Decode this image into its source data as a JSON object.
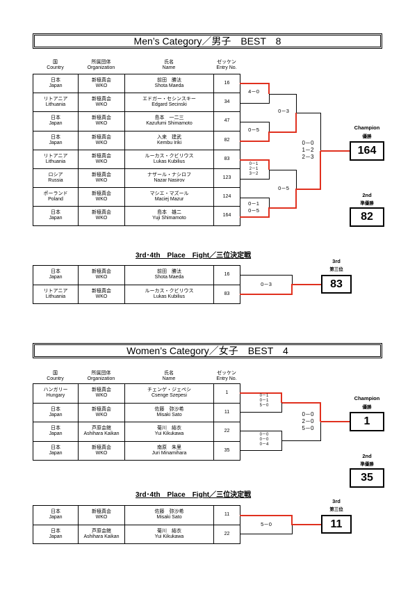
{
  "men": {
    "title": "Men’s Category／男子　BEST　8",
    "headers": {
      "country_jp": "国",
      "country_en": "Country",
      "org_jp": "所属団体",
      "org_en": "Organization",
      "name_jp": "氏名",
      "name_en": "Name",
      "entry_jp": "ゼッケン",
      "entry_en": "Entry No."
    },
    "rows": [
      {
        "country_jp": "日本",
        "country_en": "Japan",
        "org_jp": "新極真会",
        "org_en": "WKO",
        "name_jp": "前田　勝汰",
        "name_en": "Shota Maeda",
        "no": "16"
      },
      {
        "country_jp": "リトアニア",
        "country_en": "Lithuania",
        "org_jp": "新極真会",
        "org_en": "WKO",
        "name_jp": "エドガー・セシンスキー",
        "name_en": "Edgard Secinski",
        "no": "34"
      },
      {
        "country_jp": "日本",
        "country_en": "Japan",
        "org_jp": "新極真会",
        "org_en": "WKO",
        "name_jp": "島本　一二三",
        "name_en": "Kazufumi Shimamoto",
        "no": "47"
      },
      {
        "country_jp": "日本",
        "country_en": "Japan",
        "org_jp": "新極真会",
        "org_en": "WKO",
        "name_jp": "入来　建武",
        "name_en": "Kembu Iriki",
        "no": "82"
      },
      {
        "country_jp": "リトアニア",
        "country_en": "Lithuania",
        "org_jp": "新極真会",
        "org_en": "WKO",
        "name_jp": "ルーカス・クビリウス",
        "name_en": "Lukas Kubilius",
        "no": "83"
      },
      {
        "country_jp": "ロシア",
        "country_en": "Russia",
        "org_jp": "新極真会",
        "org_en": "WKO",
        "name_jp": "ナザール・ナシロフ",
        "name_en": "Nazar Nasirov",
        "no": "123"
      },
      {
        "country_jp": "ポーランド",
        "country_en": "Poland",
        "org_jp": "新極真会",
        "org_en": "WKO",
        "name_jp": "マシエ・マズール",
        "name_en": "Maciej Mazur",
        "no": "124"
      },
      {
        "country_jp": "日本",
        "country_en": "Japan",
        "org_jp": "新極真会",
        "org_en": "WKO",
        "name_jp": "島本　雄二",
        "name_en": "Yuji Shimamoto",
        "no": "164"
      }
    ],
    "scores": {
      "r1_a": "4－0",
      "r1_b": "0－5",
      "r1_c": [
        "0－1",
        "2－1",
        "3－2"
      ],
      "r1_d": [
        "0－1",
        "0－5"
      ],
      "sf_top": "0－3",
      "sf_bottom": "0－5",
      "final": [
        "0－0",
        "1－2",
        "2－3"
      ]
    },
    "champion_label": "Champion",
    "champion_jp": "優勝",
    "champion_no": "164",
    "second_label": "2nd",
    "second_jp": "準優勝",
    "second_no": "82",
    "third_title": "3rd･4th　Place　Fight／三位決定戦",
    "third_rows": [
      {
        "country_jp": "日本",
        "country_en": "Japan",
        "org_jp": "新極真会",
        "org_en": "WKO",
        "name_jp": "前田　勝汰",
        "name_en": "Shota Maeda",
        "no": "16"
      },
      {
        "country_jp": "リトアニア",
        "country_en": "Lithuania",
        "org_jp": "新極真会",
        "org_en": "WKO",
        "name_jp": "ルーカス・クビリウス",
        "name_en": "Lukas Kubilius",
        "no": "83"
      }
    ],
    "third_score": "0－3",
    "third_label": "3rd",
    "third_jp": "第三位",
    "third_no": "83"
  },
  "women": {
    "title": "Women’s Category／女子　BEST　4",
    "headers": {
      "country_jp": "国",
      "country_en": "Country",
      "org_jp": "所属団体",
      "org_en": "Organization",
      "name_jp": "氏名",
      "name_en": "Name",
      "entry_jp": "ゼッケン",
      "entry_en": "Entry No."
    },
    "rows": [
      {
        "country_jp": "ハンガリー",
        "country_en": "Hungary",
        "org_jp": "新極真会",
        "org_en": "WKO",
        "name_jp": "チェンゲ・ジェペシ",
        "name_en": "Csenge Szepesi",
        "no": "1"
      },
      {
        "country_jp": "日本",
        "country_en": "Japan",
        "org_jp": "新極真会",
        "org_en": "WKO",
        "name_jp": "佐藤　弥沙希",
        "name_en": "Misaki Sato",
        "no": "11"
      },
      {
        "country_jp": "日本",
        "country_en": "Japan",
        "org_jp": "芦原会館",
        "org_en": "Ashihara Kaikan",
        "name_jp": "菊川　結衣",
        "name_en": "Yui Kikukawa",
        "no": "22"
      },
      {
        "country_jp": "日本",
        "country_en": "Japan",
        "org_jp": "新極真会",
        "org_en": "WKO",
        "name_jp": "南原　朱里",
        "name_en": "Juri Minamihara",
        "no": "35"
      }
    ],
    "scores": {
      "sf_top": [
        "0－1",
        "0－1",
        "5－0"
      ],
      "sf_bottom": [
        "0－0",
        "0－0",
        "0－4"
      ],
      "final": [
        "0－0",
        "2－0",
        "5－0"
      ]
    },
    "champion_label": "Champion",
    "champion_jp": "優勝",
    "champion_no": "1",
    "second_label": "2nd",
    "second_jp": "準優勝",
    "second_no": "35",
    "third_title": "3rd･4th　Place　Fight／三位決定戦",
    "third_rows": [
      {
        "country_jp": "日本",
        "country_en": "Japan",
        "org_jp": "新極真会",
        "org_en": "WKO",
        "name_jp": "佐藤　弥沙希",
        "name_en": "Misaki Sato",
        "no": "11"
      },
      {
        "country_jp": "日本",
        "country_en": "Japan",
        "org_jp": "芦原会館",
        "org_en": "Ashihara Kaikan",
        "name_jp": "菊川　結衣",
        "name_en": "Yui Kikukawa",
        "no": "22"
      }
    ],
    "third_score": "5－0",
    "third_label": "3rd",
    "third_jp": "第三位",
    "third_no": "11"
  }
}
